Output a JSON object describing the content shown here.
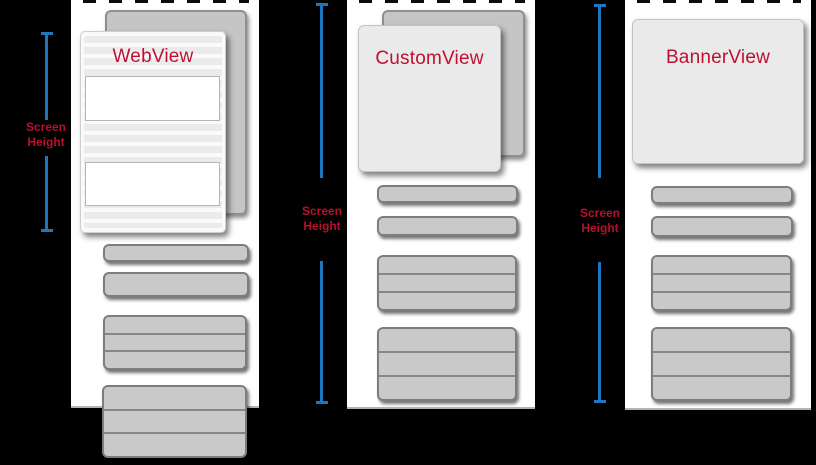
{
  "figure": {
    "panels": [
      {
        "name": "webview",
        "title": "WebView",
        "measure": {
          "label": [
            "Screen",
            "Height"
          ]
        }
      },
      {
        "name": "customview",
        "title": "CustomView",
        "measure": {
          "label": [
            "Screen",
            "Height"
          ]
        }
      },
      {
        "name": "bannerview",
        "title": "BannerView",
        "measure": {
          "label": [
            "Screen",
            "Height"
          ]
        }
      }
    ],
    "colors": {
      "background": "#000000",
      "screen": "#ffffff",
      "back_card": "#c5c5c5",
      "front_card": "#eaeaea",
      "placeholder_row": "#c9c9c9",
      "row_border": "#7d7d7d",
      "title_text": "#c01031",
      "measure_line": "#1e76be"
    }
  }
}
